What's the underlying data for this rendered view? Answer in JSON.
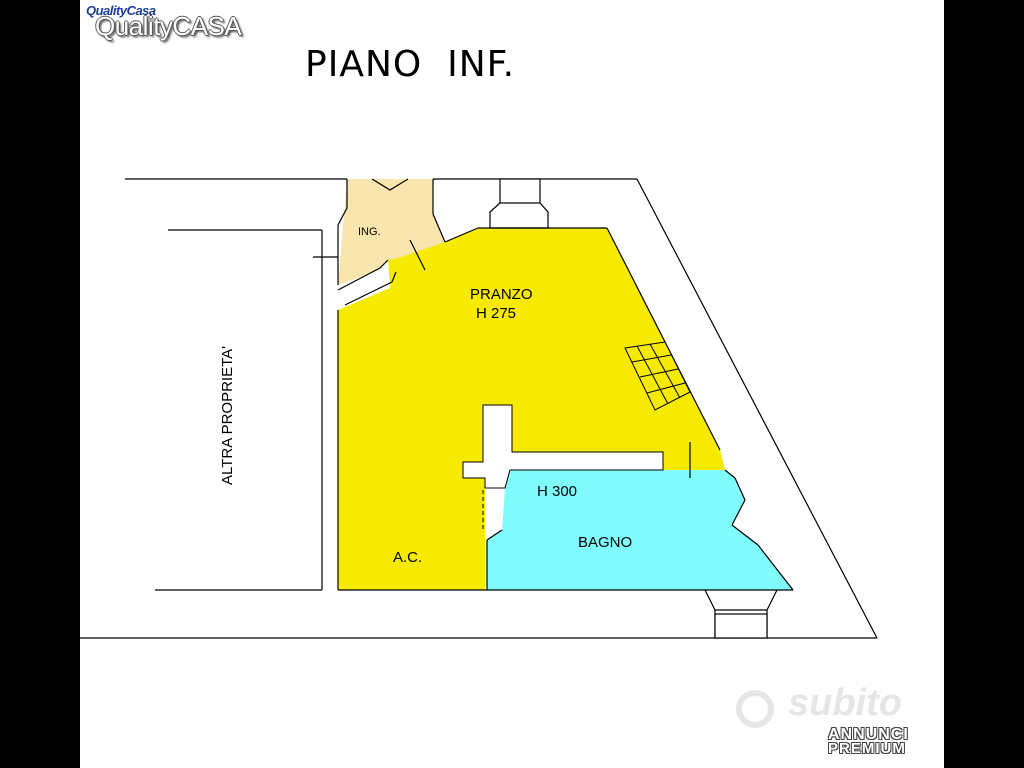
{
  "brand": {
    "logo_small": "QualityCasa",
    "logo_text": "QualityCASA"
  },
  "plan": {
    "title": "PIANO  INF.",
    "rooms": {
      "ing": "ING.",
      "pranzo": "PRANZO",
      "pranzo_height": "H 275",
      "bagno": "BAGNO",
      "bagno_height": "H 300",
      "ac": "A.C.",
      "altra": "ALTRA PROPRIETA'"
    }
  },
  "watermark": {
    "subito": "subito",
    "annunci": "ANNUNCI",
    "premium": "PREMIUM"
  },
  "colors": {
    "yellow": "#f5ea00",
    "cyan": "#80fcfc",
    "beige": "#f9e6ae",
    "wall": "#000000",
    "background": "#ffffff",
    "brand_blue": "#1b3f9a"
  }
}
